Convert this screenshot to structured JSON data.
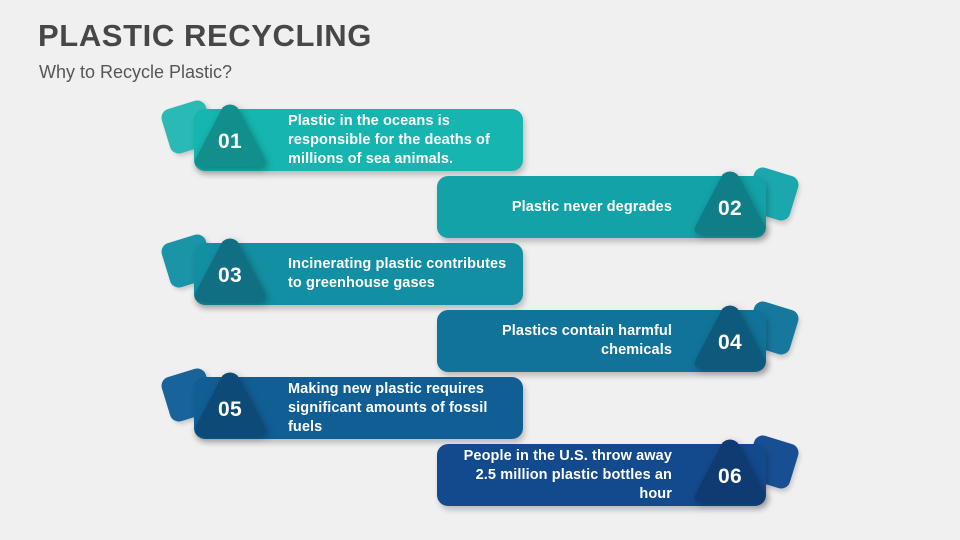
{
  "slide": {
    "title": "PLASTIC RECYCLING",
    "subtitle": "Why to Recycle Plastic?",
    "background_color": "#f0f0f0",
    "title_color": "#474747",
    "subtitle_color": "#565656"
  },
  "items": [
    {
      "number": "01",
      "text": "Plastic in the oceans is responsible for the deaths of millions of sea animals.",
      "side": "left",
      "bar_color": "#16b5b0",
      "badge_color": "#128f8d",
      "quad_color": "#2ab9b4"
    },
    {
      "number": "02",
      "text": "Plastic never degrades",
      "side": "right",
      "bar_color": "#12a2a8",
      "badge_color": "#107e86",
      "quad_color": "#1aa7ad"
    },
    {
      "number": "03",
      "text": "Incinerating plastic contributes to greenhouse gases",
      "side": "left",
      "bar_color": "#138fa3",
      "badge_color": "#106f82",
      "quad_color": "#1b94a7"
    },
    {
      "number": "04",
      "text": "Plastics contain harmful chemicals",
      "side": "right",
      "bar_color": "#117399",
      "badge_color": "#0e5a7c",
      "quad_color": "#17789d"
    },
    {
      "number": "05",
      "text": "Making new plastic requires significant amounts of fossil fuels",
      "side": "left",
      "bar_color": "#115e95",
      "badge_color": "#0d4a78",
      "quad_color": "#17639a"
    },
    {
      "number": "06",
      "text": "People in the U.S. throw away 2.5 million plastic bottles an hour",
      "side": "right",
      "bar_color": "#134a8e",
      "badge_color": "#103a72",
      "quad_color": "#184f93"
    }
  ]
}
